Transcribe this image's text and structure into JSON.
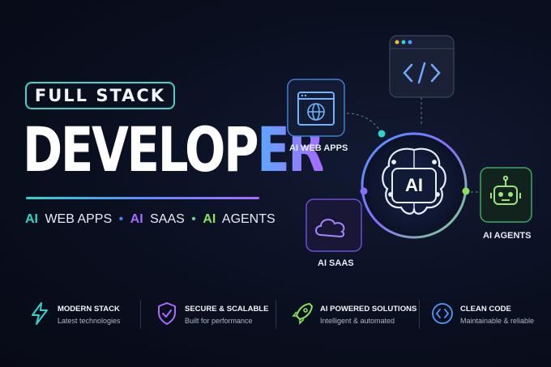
{
  "hero": {
    "badge": "FULL STACK",
    "title_main": "DEVELOP",
    "title_accent": "ER",
    "services": [
      {
        "ai": "AI",
        "label": "WEB APPS"
      },
      {
        "ai": "AI",
        "label": "SAAS"
      },
      {
        "ai": "AI",
        "label": "AGENTS"
      }
    ],
    "separator": "•"
  },
  "diagram": {
    "hub": "AI",
    "nodes": [
      {
        "label": "AI WEB APPS",
        "icon": "browser-globe-icon"
      },
      {
        "label": "",
        "icon": "code-window-icon"
      },
      {
        "label": "AI AGENTS",
        "icon": "robot-icon"
      },
      {
        "label": "AI SAAS",
        "icon": "cloud-icon"
      }
    ]
  },
  "features": [
    {
      "title": "MODERN STACK",
      "subtitle": "Latest technologies",
      "icon": "lightning-icon",
      "color": "#2fd5c8"
    },
    {
      "title": "SECURE & SCALABLE",
      "subtitle": "Built for performance",
      "icon": "shield-check-icon",
      "color": "#a86bff"
    },
    {
      "title": "AI POWERED SOLUTIONS",
      "subtitle": "Intelligent & automated",
      "icon": "rocket-icon",
      "color": "#8be05a"
    },
    {
      "title": "CLEAN CODE",
      "subtitle": "Maintainable & reliable",
      "icon": "code-icon",
      "color": "#4d9bff"
    }
  ]
}
